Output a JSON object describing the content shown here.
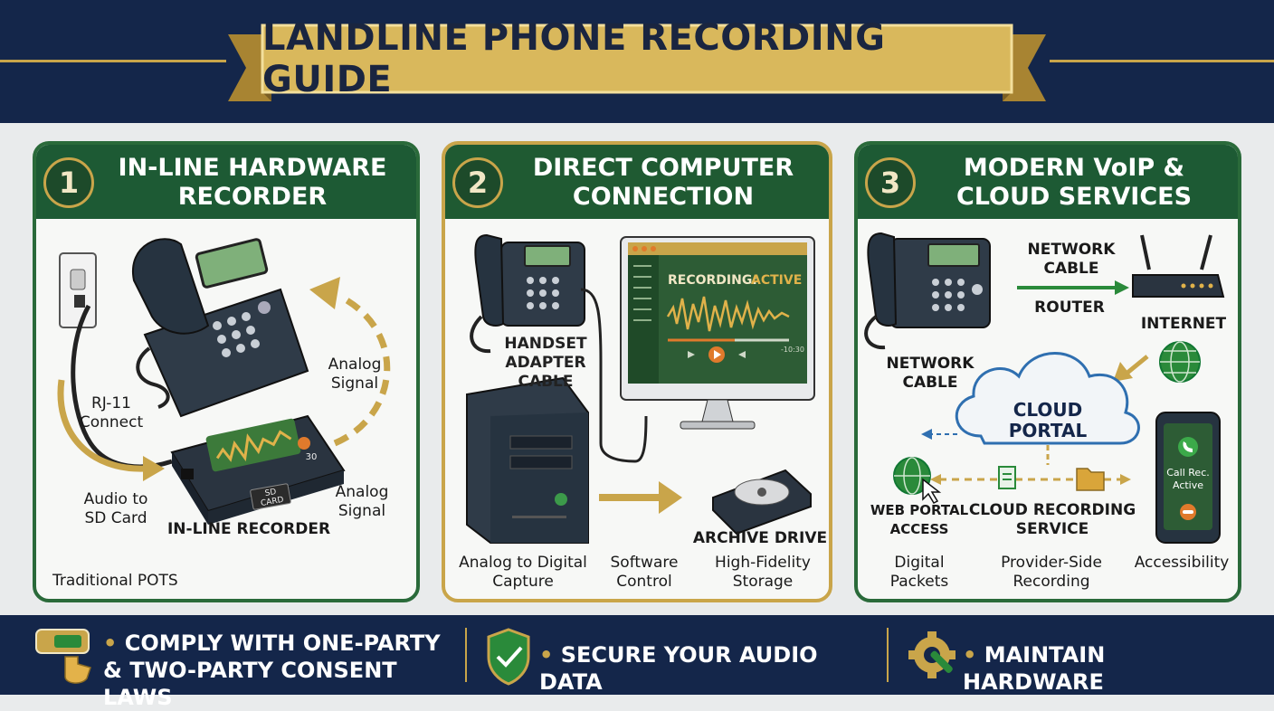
{
  "header": {
    "title": "LANDLINE PHONE RECORDING GUIDE"
  },
  "panels": [
    {
      "number": "1",
      "title": "IN-LINE HARDWARE RECORDER",
      "labels": {
        "analog_signal_top": "Analog Signal",
        "rj11": "RJ-11 Connect",
        "audio_sd": "Audio to SD Card",
        "analog_signal_bottom": "Analog Signal",
        "device": "IN-LINE RECORDER",
        "sd_card": "SD CARD",
        "device_num": "30",
        "footer": "Traditional POTS"
      }
    },
    {
      "number": "2",
      "title": "DIRECT COMPUTER CONNECTION",
      "labels": {
        "recording": "RECORDING:",
        "recording_state": "ACTIVE",
        "time": "-10:30",
        "handset": "HANDSET ADAPTER CABLE",
        "archive": "ARCHIVE DRIVE",
        "analog_digital": "Analog to Digital Capture",
        "software": "Software Control",
        "storage": "High-Fidelity Storage"
      }
    },
    {
      "number": "3",
      "title": "MODERN VoIP & CLOUD SERVICES",
      "labels": {
        "network_cable_top": "NETWORK CABLE",
        "router": "ROUTER",
        "internet": "INTERNET",
        "network_cable_left": "NETWORK CABLE",
        "cloud": "CLOUD PORTAL",
        "web_portal": "WEB PORTAL ACCESS",
        "cloud_service": "CLOUD RECORDING SERVICE",
        "call_rec": "Call Rec. Active",
        "digital_packets": "Digital Packets",
        "provider": "Provider-Side Recording",
        "accessibility": "Accessibility"
      }
    }
  ],
  "footer": {
    "item1": "COMPLY WITH ONE-PARTY & TWO-PARTY CONSENT LAWS",
    "item2": "SECURE YOUR AUDIO DATA",
    "item3": "MAINTAIN HARDWARE"
  },
  "colors": {
    "navy": "#14264a",
    "gold": "#c9a54a",
    "green": "#1d5a34",
    "orange": "#e07a2c"
  }
}
